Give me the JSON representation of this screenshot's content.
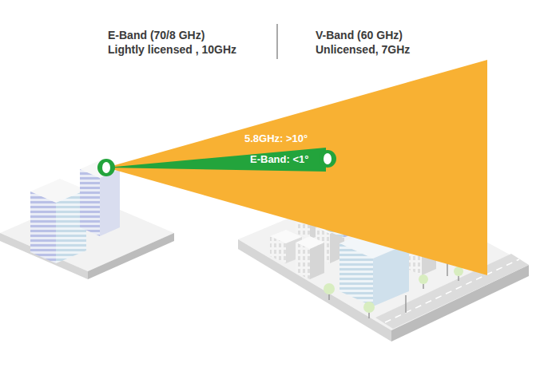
{
  "diagram": {
    "labels": [
      "E-Band (70/8 GHz)",
      "Lightly licensed , 10GHz",
      "V-Band (60 GHz)",
      "Unlicensed, 7GHz",
      "5.8GHz: >10°",
      "E-Band: <1°"
    ]
  }
}
